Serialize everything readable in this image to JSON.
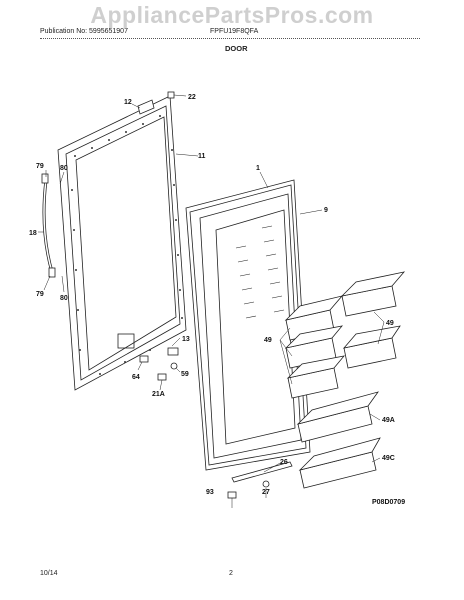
{
  "watermark": "AppliancePartsPros.com",
  "header": {
    "publication": "Publication No: 5995651907",
    "model": "FPFU19F8QFA",
    "section_title": "DOOR"
  },
  "callouts": {
    "c12": "12",
    "c22": "22",
    "c11": "11",
    "c79a": "79",
    "c80a": "80",
    "c18": "18",
    "c79b": "79",
    "c80b": "80",
    "c1": "1",
    "c9": "9",
    "c13": "13",
    "c59": "59",
    "c64": "64",
    "c21a": "21A",
    "c49l": "49",
    "c49r": "49",
    "c49a": "49A",
    "c49c": "49C",
    "c26": "26",
    "c93": "93",
    "c27": "27"
  },
  "diagram_code": "P08D0709",
  "footer": {
    "date": "10/14",
    "page": "2"
  }
}
